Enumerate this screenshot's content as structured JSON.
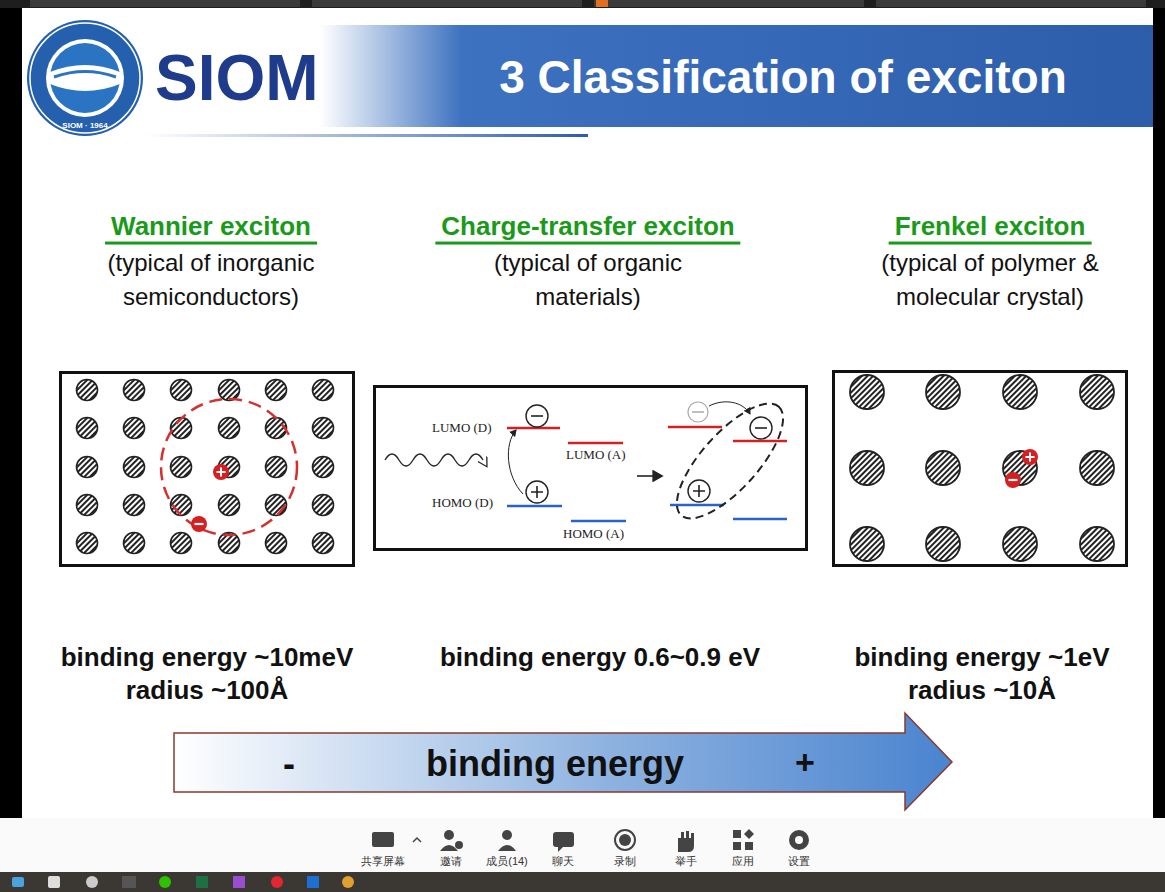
{
  "diagram": {
    "title": "3 Classification of exciton",
    "nodes": [
      {
        "text": [
          "Wannier exciton",
          "(typical of inorganic semiconductors)"
        ]
      },
      {
        "text": [
          "Charge-transfer exciton",
          "(typical of organic materials)"
        ]
      },
      {
        "text": [
          "Frenkel exciton",
          "(typical of polymer & molecular crystal)"
        ]
      },
      {
        "text": [
          "-",
          "binding energy",
          "+"
        ]
      }
    ],
    "labels": [
      "SIOM",
      "SIOM · 1964",
      "LUMO (D)",
      "LUMO (A)",
      "HOMO (D)",
      "HOMO (A)",
      "binding energy ~10meV",
      "radius ~100Å",
      "binding energy 0.6~0.9 eV",
      "binding energy ~1eV",
      "radius ~10Å",
      "共享屏幕",
      "邀请",
      "成员(14)",
      "聊天",
      "录制",
      "举手",
      "应用",
      "设置"
    ]
  }
}
